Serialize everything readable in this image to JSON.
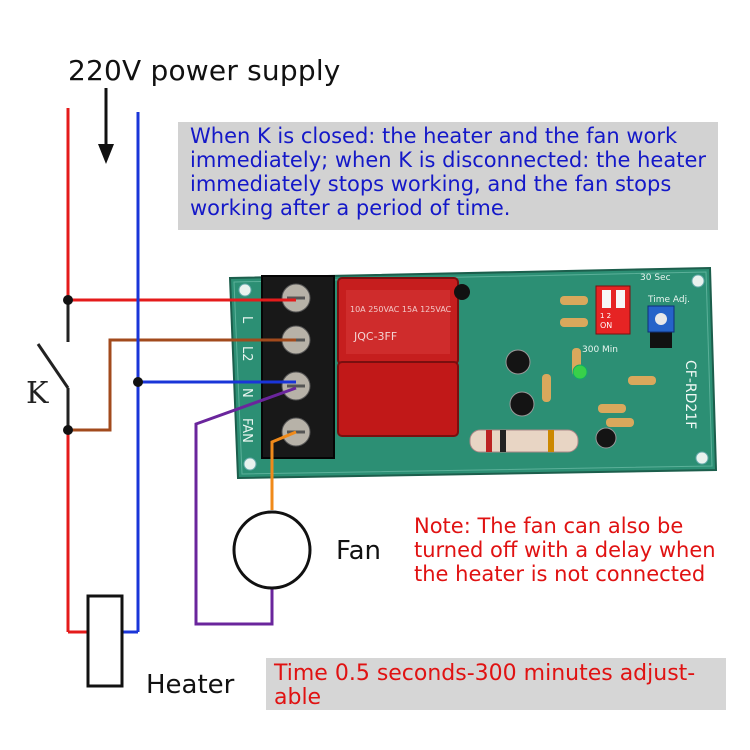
{
  "title": "220V power supply",
  "note_k": "When K is closed: the heater and the fan work immediately; when K is disconnected: the heater immediately stops working, and the fan stops working after a period of time.",
  "note_fan": "Note: The fan can also be turned off with a delay when the heater is not connected",
  "note_time": "Time 0.5 seconds-300 minutes adjust- able",
  "labels": {
    "switch": "K",
    "fan": "Fan",
    "heater": "Heater"
  },
  "board": {
    "model": "CF-RD21F",
    "terminals": [
      "L",
      "L2",
      "N",
      "FAN"
    ],
    "silk": {
      "time_adj": "Time Adj.",
      "sec": "30 Sec",
      "min": "300 Min",
      "dip_on": "ON",
      "dip_nums": "1 2",
      "relay_brand": "JQC-3FF",
      "relay_rating": "10A 250VAC 15A 125VAC"
    }
  },
  "colors": {
    "live": "#e41b1b",
    "neutral": "#1a35d8",
    "switched": "#a24a1c",
    "neutral_out": "#6a259c",
    "fan_wire": "#f08a1a",
    "board": "#2c8f74"
  }
}
